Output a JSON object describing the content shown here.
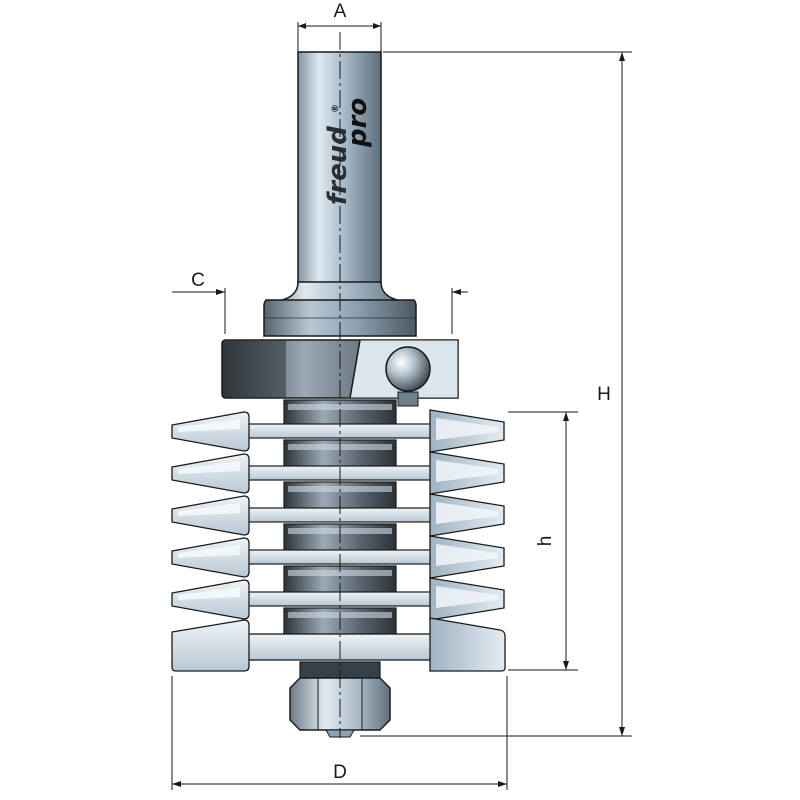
{
  "dimensions": {
    "A": "A",
    "C": "C",
    "H": "H",
    "h": "h",
    "D": "D"
  },
  "logo": {
    "brand": "freud",
    "line": "pro",
    "mark": "®"
  },
  "colors": {
    "line": "#1a1a1a",
    "metal_light": "#c9d6e0",
    "metal_mid": "#9fb3c3",
    "metal_dark": "#4e5b66",
    "carbide": "#d6e2ea"
  }
}
